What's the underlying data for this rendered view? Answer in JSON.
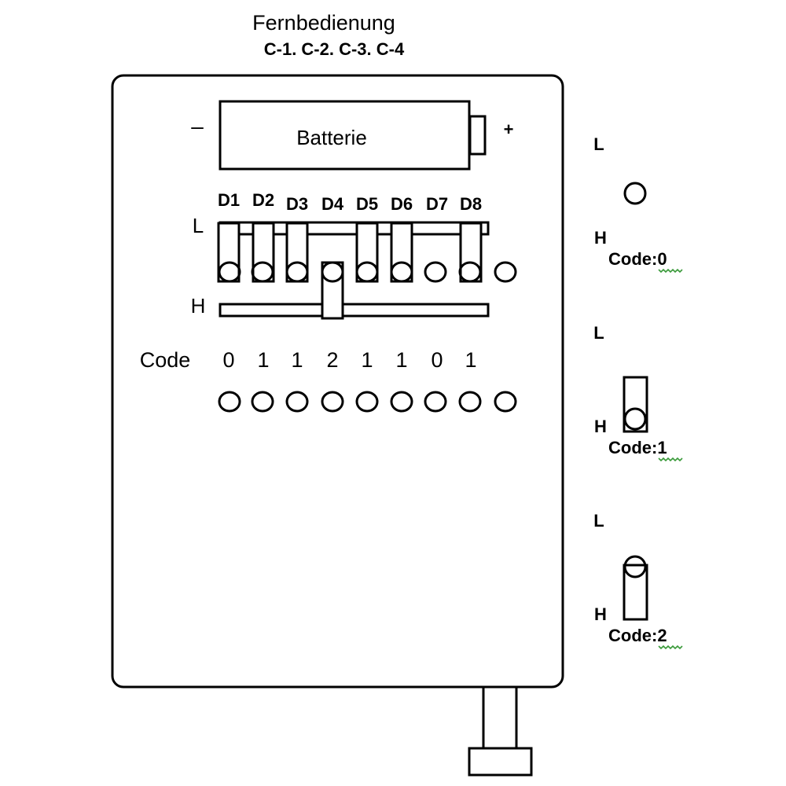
{
  "header": {
    "title": "Fernbedienung",
    "models": "C-1. C-2. C-3. C-4"
  },
  "battery": {
    "label": "Batterie",
    "minus": "–",
    "plus": "+"
  },
  "dip": {
    "switch_labels": [
      "D1",
      "D2",
      "D3",
      "D4",
      "D5",
      "D6",
      "D7",
      "D8"
    ],
    "low_label": "L",
    "high_label": "H",
    "pin_positions": [
      "L",
      "L",
      "L",
      "H",
      "L",
      "L",
      "none",
      "L"
    ]
  },
  "code": {
    "label": "Code",
    "digits": [
      "0",
      "1",
      "1",
      "2",
      "1",
      "1",
      "0",
      "1"
    ]
  },
  "legend": [
    {
      "top_label": "L",
      "bottom_label": "H",
      "caption": "Code:0",
      "state": "none"
    },
    {
      "top_label": "L",
      "bottom_label": "H",
      "caption": "Code:1",
      "state": "bottom"
    },
    {
      "top_label": "L",
      "bottom_label": "H",
      "caption": "Code:2",
      "state": "top"
    }
  ],
  "colors": {
    "line": "#000000",
    "background": "#ffffff",
    "spellcheck": "#3a9a3a"
  }
}
